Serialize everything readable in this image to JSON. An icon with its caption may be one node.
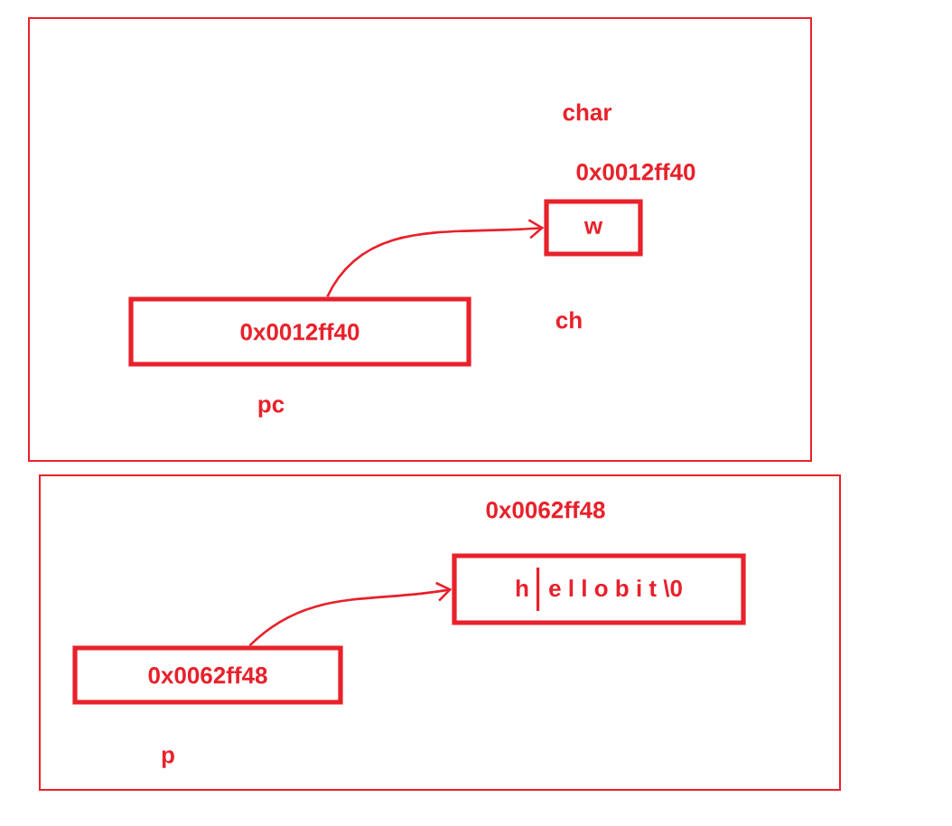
{
  "diagram": {
    "nodes": [
      {
        "text": [],
        "shape": "box"
      },
      {
        "text": [
          "0x0012ff40"
        ],
        "in": 0,
        "beside": [
          "pc"
        ]
      },
      {
        "text": [
          "w"
        ],
        "in": 0,
        "beside": [
          "char",
          "0x0012ff40",
          "ch"
        ]
      },
      {
        "text": [],
        "shape": "box"
      },
      {
        "text": [
          "0x0062ff48"
        ],
        "in": 3,
        "beside": [
          "p"
        ]
      },
      {
        "text": [
          "h",
          "e l l o  b i t \\0"
        ],
        "in": 3,
        "beside": [
          "0x0062ff48"
        ]
      }
    ],
    "edges": [
      {
        "from": 1,
        "to": 2,
        "arrow": "to"
      },
      {
        "from": 4,
        "to": 5,
        "arrow": "to"
      }
    ]
  }
}
